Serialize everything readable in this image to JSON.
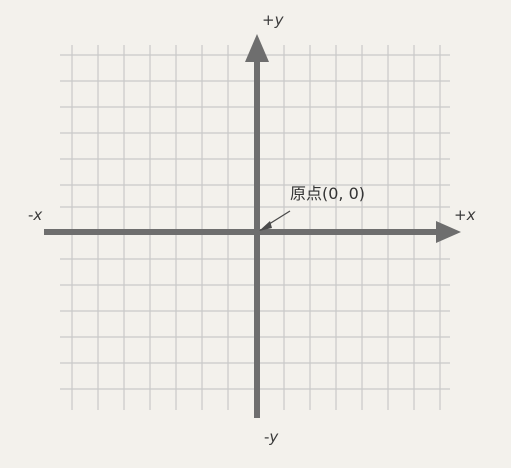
{
  "diagram": {
    "axes": {
      "pos_y": {
        "sign": "+",
        "var": "y"
      },
      "neg_y": {
        "sign": "-",
        "var": "y"
      },
      "pos_x": {
        "sign": "+",
        "var": "x"
      },
      "neg_x": {
        "sign": "-",
        "var": "x"
      }
    },
    "origin_label": "原点(0, 0)"
  },
  "colors": {
    "grid": "#c9c9c9",
    "axis": "#6e6e6e",
    "text": "#333333",
    "background": "#f3f1ec"
  }
}
